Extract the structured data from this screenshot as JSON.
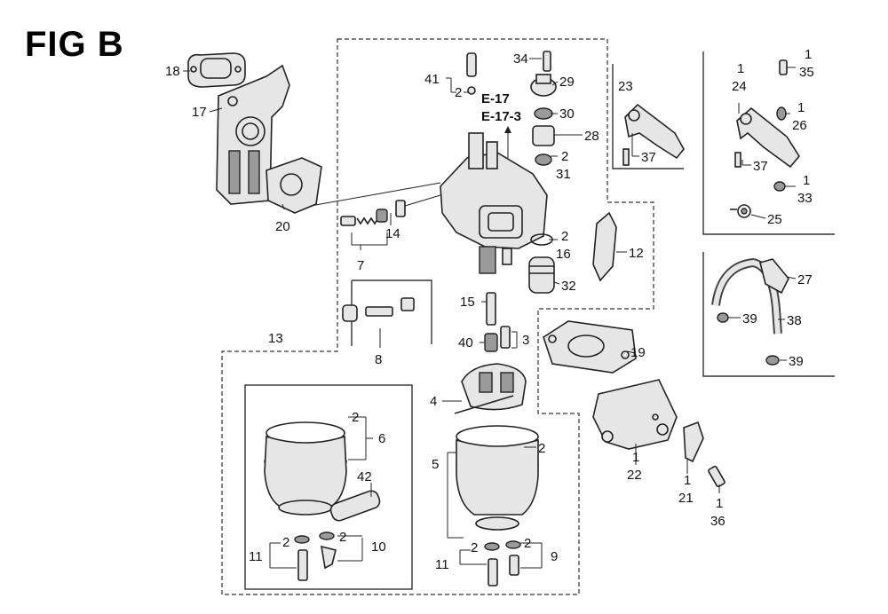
{
  "figure": {
    "title": "FIG B"
  },
  "callouts": {
    "c1": "1",
    "c2": "2",
    "c3": "3",
    "c4": "4",
    "c5": "5",
    "c6": "6",
    "c7": "7",
    "c8": "8",
    "c9": "9",
    "c10": "10",
    "c11": "11",
    "c12": "12",
    "c13": "13",
    "c14": "14",
    "c15": "15",
    "c16": "16",
    "c17": "17",
    "c18": "18",
    "c19": "19",
    "c20": "20",
    "c21": "21",
    "c22": "22",
    "c23": "23",
    "c24": "24",
    "c25": "25",
    "c26": "26",
    "c27": "27",
    "c28": "28",
    "c29": "29",
    "c30": "30",
    "c31": "31",
    "c32": "32",
    "c33": "33",
    "c34": "34",
    "c35": "35",
    "c36": "36",
    "c37": "37",
    "c38": "38",
    "c39": "39",
    "c40": "40",
    "c41": "41",
    "c42": "42"
  },
  "references": {
    "ref1": "E-17",
    "ref2": "E-17-3"
  }
}
